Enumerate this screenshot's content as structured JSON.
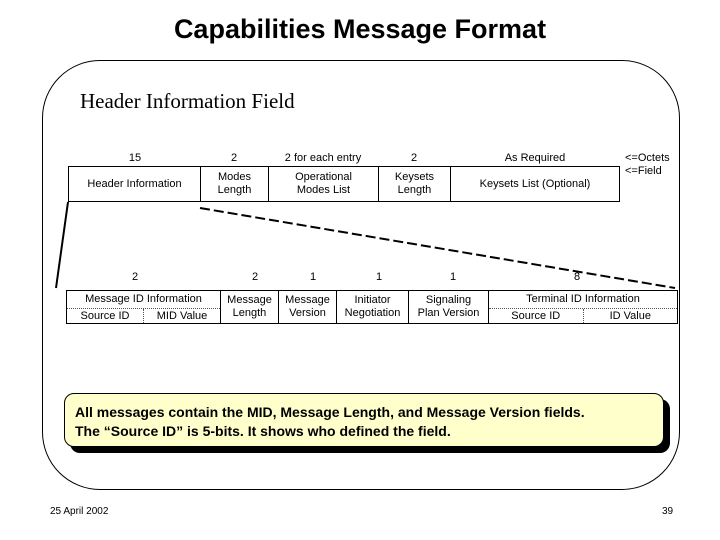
{
  "title": "Capabilities Message Format",
  "section_heading": "Header Information Field",
  "top_row": {
    "sizes": [
      "15",
      "2",
      "2 for each entry",
      "2",
      "As Required"
    ],
    "fields": [
      "Header Information",
      "Modes\nLength",
      "Operational\nModes List",
      "Keysets\nLength",
      "Keysets List (Optional)"
    ],
    "legend_octets": "<=Octets",
    "legend_field": "<=Field"
  },
  "bottom_row": {
    "sizes": [
      "2",
      "2",
      "1",
      "1",
      "1",
      "8"
    ],
    "message_id": {
      "label": "Message ID Information",
      "sub": [
        "Source ID",
        "MID Value"
      ]
    },
    "message_length": "Message\nLength",
    "message_version": "Message\nVersion",
    "initiator": "Initiator\nNegotiation",
    "signaling": "Signaling\nPlan Version",
    "terminal_id": {
      "label": "Terminal ID Information",
      "sub": [
        "Source ID",
        "ID Value"
      ]
    }
  },
  "note": {
    "line1": "All messages contain the MID, Message Length, and Message Version fields.",
    "line2": "The “Source ID” is 5-bits.  It shows who defined the field."
  },
  "footer": {
    "date": "25 April 2002",
    "page": "39"
  }
}
